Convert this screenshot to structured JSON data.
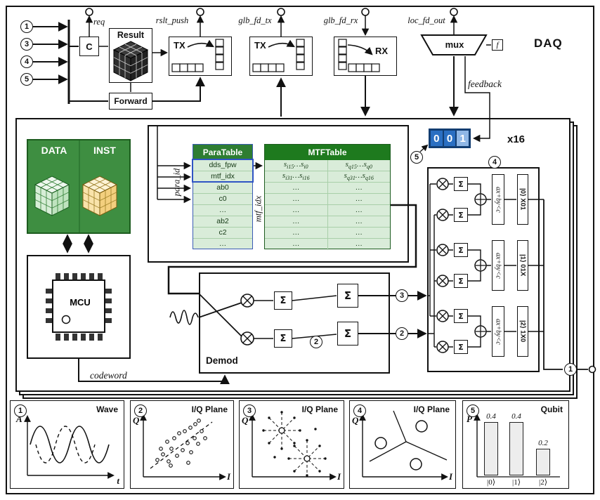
{
  "top": {
    "ports": [
      "1",
      "3",
      "4",
      "5"
    ],
    "req": "req",
    "c": "C",
    "result": "Result",
    "forward": "Forward",
    "rslt_push": "rslt_push",
    "glb_fd_tx": "glb_fd_tx",
    "glb_fd_rx": "glb_fd_rx",
    "loc_fd_out": "loc_fd_out",
    "tx": "TX",
    "rx": "RX",
    "mux": "mux",
    "f": "f",
    "daq": "DAQ",
    "feedback": "feedback"
  },
  "core": {
    "x16": "x16",
    "data": "DATA",
    "inst": "INST",
    "mcu": "MCU",
    "codeword": "codeword",
    "demod": "Demod",
    "sigma": "Σ",
    "counter_digits": [
      "0",
      "0",
      "1"
    ],
    "para_table": {
      "title": "ParaTable",
      "side_label": "para_id",
      "rows": [
        "dds_fpw",
        "mtf_idx",
        "ab0",
        "c0",
        "…",
        "ab2",
        "c2",
        "…"
      ]
    },
    "mtf_table": {
      "title": "MTFTable",
      "side_label": "mtf_idx",
      "r0i": [
        "s",
        "i15",
        "…",
        "s",
        "i0"
      ],
      "r0q": [
        "s",
        "q15",
        "…",
        "s",
        "q0"
      ],
      "r1i": [
        "s",
        "i31",
        "…",
        "s",
        "i16"
      ],
      "r1q": [
        "s",
        "q31",
        "…",
        "s",
        "q16"
      ],
      "dots": "…"
    },
    "comparator_expr": "ax+by<c",
    "channel_outputs": [
      "|0⟩ X01",
      "|1⟩ 01X",
      "|2⟩ 1X0"
    ]
  },
  "badges": {
    "n1": "1",
    "n2": "2",
    "n3": "3",
    "n4": "4",
    "n5": "5"
  },
  "plots": [
    {
      "badge": "1",
      "title": "Wave",
      "ylabel": "A",
      "xlabel": "t"
    },
    {
      "badge": "2",
      "title": "I/Q Plane",
      "ylabel": "Q",
      "xlabel": "I"
    },
    {
      "badge": "3",
      "title": "I/Q Plane",
      "ylabel": "Q",
      "xlabel": "I"
    },
    {
      "badge": "4",
      "title": "I/Q Plane",
      "ylabel": "Q",
      "xlabel": "I"
    },
    {
      "badge": "5",
      "title": "Qubit",
      "ylabel": "P",
      "bars": [
        {
          "label": "|0⟩",
          "value": 0.4
        },
        {
          "label": "|1⟩",
          "value": 0.4
        },
        {
          "label": "|2⟩",
          "value": 0.2
        }
      ]
    }
  ]
}
